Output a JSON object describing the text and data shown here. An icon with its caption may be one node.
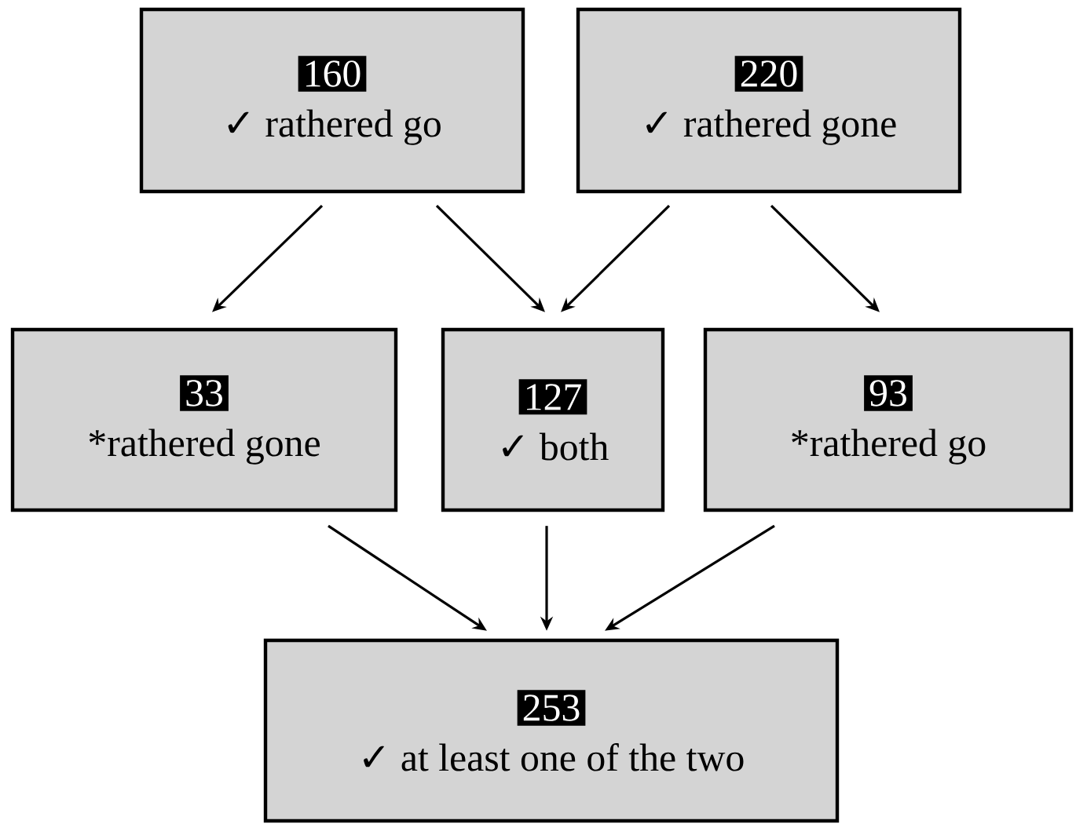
{
  "diagram": {
    "nodes": [
      {
        "text": [
          "160",
          "✓ rathered go"
        ]
      },
      {
        "text": [
          "220",
          "✓ rathered gone"
        ]
      },
      {
        "text": [
          "33",
          "*rathered gone"
        ]
      },
      {
        "text": [
          "127",
          "✓ both"
        ]
      },
      {
        "text": [
          "93",
          "*rathered go"
        ]
      },
      {
        "text": [
          "253",
          "✓ at least one of the two"
        ]
      }
    ],
    "edges": [
      {
        "from": 0,
        "to": 2,
        "arrow": "to"
      },
      {
        "from": 0,
        "to": 3,
        "arrow": "to"
      },
      {
        "from": 1,
        "to": 3,
        "arrow": "to"
      },
      {
        "from": 1,
        "to": 4,
        "arrow": "to"
      },
      {
        "from": 2,
        "to": 5,
        "arrow": "to"
      },
      {
        "from": 3,
        "to": 5,
        "arrow": "to"
      },
      {
        "from": 4,
        "to": 5,
        "arrow": "to"
      }
    ]
  }
}
